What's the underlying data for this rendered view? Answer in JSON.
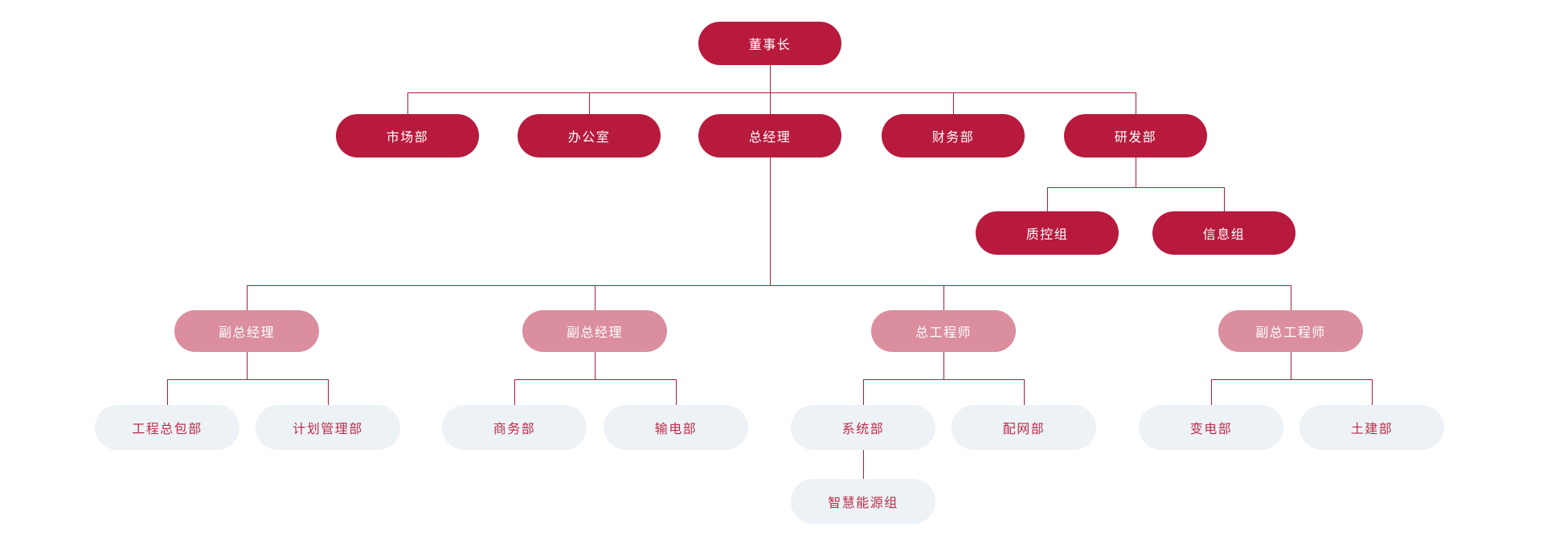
{
  "diagram": {
    "type": "org-chart",
    "nodes": [
      {
        "id": "chairman",
        "label": "董事长",
        "parent": null,
        "tier": "primary"
      },
      {
        "id": "marketing-dept",
        "label": "市场部",
        "parent": "chairman",
        "tier": "primary"
      },
      {
        "id": "office",
        "label": "办公室",
        "parent": "chairman",
        "tier": "primary"
      },
      {
        "id": "general-manager",
        "label": "总经理",
        "parent": "chairman",
        "tier": "primary"
      },
      {
        "id": "finance-dept",
        "label": "财务部",
        "parent": "chairman",
        "tier": "primary"
      },
      {
        "id": "rd-dept",
        "label": "研发部",
        "parent": "chairman",
        "tier": "primary"
      },
      {
        "id": "qc-group",
        "label": "质控组",
        "parent": "rd-dept",
        "tier": "primary"
      },
      {
        "id": "info-group",
        "label": "信息组",
        "parent": "rd-dept",
        "tier": "primary"
      },
      {
        "id": "deputy-gm-1",
        "label": "副总经理",
        "parent": "general-manager",
        "tier": "secondary"
      },
      {
        "id": "deputy-gm-2",
        "label": "副总经理",
        "parent": "general-manager",
        "tier": "secondary"
      },
      {
        "id": "chief-engineer",
        "label": "总工程师",
        "parent": "general-manager",
        "tier": "secondary"
      },
      {
        "id": "deputy-chief-engineer",
        "label": "副总工程师",
        "parent": "general-manager",
        "tier": "secondary"
      },
      {
        "id": "epc-dept",
        "label": "工程总包部",
        "parent": "deputy-gm-1",
        "tier": "tertiary"
      },
      {
        "id": "planning-dept",
        "label": "计划管理部",
        "parent": "deputy-gm-1",
        "tier": "tertiary"
      },
      {
        "id": "commerce-dept",
        "label": "商务部",
        "parent": "deputy-gm-2",
        "tier": "tertiary"
      },
      {
        "id": "transmission-dept",
        "label": "输电部",
        "parent": "deputy-gm-2",
        "tier": "tertiary"
      },
      {
        "id": "system-dept",
        "label": "系统部",
        "parent": "chief-engineer",
        "tier": "tertiary"
      },
      {
        "id": "distribution-dept",
        "label": "配网部",
        "parent": "chief-engineer",
        "tier": "tertiary"
      },
      {
        "id": "substation-dept",
        "label": "变电部",
        "parent": "deputy-chief-engineer",
        "tier": "tertiary"
      },
      {
        "id": "civil-dept",
        "label": "土建部",
        "parent": "deputy-chief-engineer",
        "tier": "tertiary"
      },
      {
        "id": "smart-energy-group",
        "label": "智慧能源组",
        "parent": "system-dept",
        "tier": "tertiary"
      }
    ]
  },
  "colors": {
    "primary": "#B71A3D",
    "secondary": "#DA8E9E",
    "tertiary_bg": "#EDF2F6",
    "tertiary_text": "#BB2D49",
    "node_text_light": "#FFFFFF",
    "line": "#B01B3C",
    "background": "#FFFFFF"
  }
}
